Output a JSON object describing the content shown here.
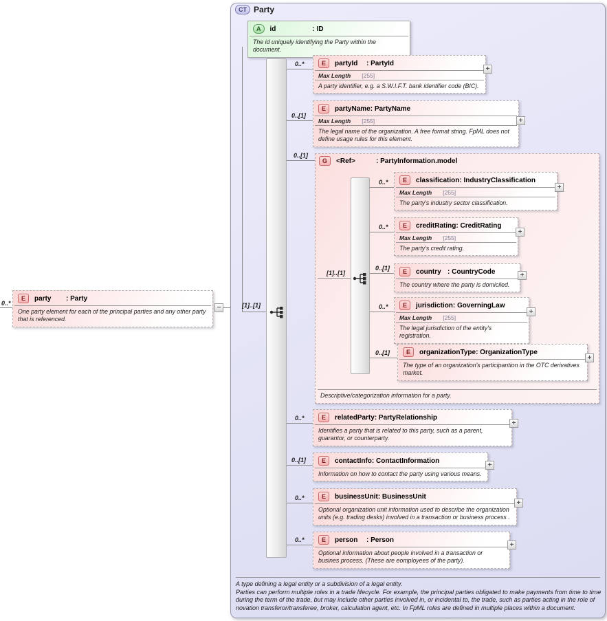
{
  "header": {
    "badge": "CT",
    "title": "Party"
  },
  "icons": {
    "expand": "+",
    "collapse": "−"
  },
  "attribute_id": {
    "badge": "A",
    "name": "id",
    "type": ": ID",
    "desc": "The id uniquely identifying the Party within the document."
  },
  "party_ref": {
    "badge": "E",
    "name": "party",
    "type": ": Party",
    "cardinality": "0..*",
    "desc": "One party element for each of the principal parties and any other party that is referenced."
  },
  "sequence": {
    "cardinality": "[1]..[1]"
  },
  "elements": {
    "partyId": {
      "badge": "E",
      "name": "partyId",
      "type": ": PartyId",
      "cardinality": "0..*",
      "facet": "Max Length",
      "facet_value": "[255]",
      "desc": "A party identifier, e.g. a S.W.I.F.T. bank identifier code (BIC)."
    },
    "partyName": {
      "badge": "E",
      "name": "partyName",
      "type": ": PartyName",
      "cardinality": "0..[1]",
      "facet": "Max Length",
      "facet_value": "[255]",
      "desc": "The legal name of the organization. A free format string. FpML does not define usage rules for this element."
    },
    "relatedParty": {
      "badge": "E",
      "name": "relatedParty",
      "type": ": PartyRelationship",
      "cardinality": "0..*",
      "desc": "Identifies a party that is related to this party, such as a parent, guarantor, or counterparty."
    },
    "contactInfo": {
      "badge": "E",
      "name": "contactInfo",
      "type": ": ContactInformation",
      "cardinality": "0..[1]",
      "desc": "Information on how to contact the party using various means."
    },
    "businessUnit": {
      "badge": "E",
      "name": "businessUnit",
      "type": ": BusinessUnit",
      "cardinality": "0..*",
      "desc": "Optional organization unit information used to describe the organization units (e.g. trading desks) involved in a transaction or business process ."
    },
    "person": {
      "badge": "E",
      "name": "person",
      "type": ": Person",
      "cardinality": "0..*",
      "desc": "Optional information about people involved in a transaction or busines process. (These are eomployees of the party)."
    }
  },
  "group": {
    "badge": "G",
    "name": "<Ref>",
    "type": ": PartyInformation.model",
    "cardinality": "0..[1]",
    "sequence_cardinality": "[1]..[1]",
    "footer": "Descriptive/categorization information for a party.",
    "elements": {
      "classification": {
        "badge": "E",
        "name": "classification",
        "type": ": IndustryClassification",
        "cardinality": "0..*",
        "facet": "Max Length",
        "facet_value": "[255]",
        "desc": "The party's industry sector classification."
      },
      "creditRating": {
        "badge": "E",
        "name": "creditRating",
        "type": ": CreditRating",
        "cardinality": "0..*",
        "facet": "Max Length",
        "facet_value": "[255]",
        "desc": "The party's credit rating."
      },
      "country": {
        "badge": "E",
        "name": "country",
        "type": ": CountryCode",
        "cardinality": "0..[1]",
        "desc": "The country where the party is domiciled."
      },
      "jurisdiction": {
        "badge": "E",
        "name": "jurisdiction",
        "type": ": GoverningLaw",
        "cardinality": "0..*",
        "facet": "Max Length",
        "facet_value": "[255]",
        "desc": "The legal jurisdiction of the entity's registration."
      },
      "organizationType": {
        "badge": "E",
        "name": "organizationType",
        "type": ": OrganizationType",
        "cardinality": "0..[1]",
        "desc": "The type of an organization's participantion in the OTC derivatives market."
      }
    }
  },
  "footer": {
    "line1": "A type defining a legal entity or a subdivision of a legal entity.",
    "line2": "Parties can perform multiple roles in a trade lifecycle. For example, the principal parties obligated to make payments from time to time during the term of the trade, but may include other parties involved in, or incidental to, the trade, such as parties acting in the role of novation transferor/transferee, broker, calculation agent, etc. In FpML roles are defined in multiple places within a document."
  }
}
